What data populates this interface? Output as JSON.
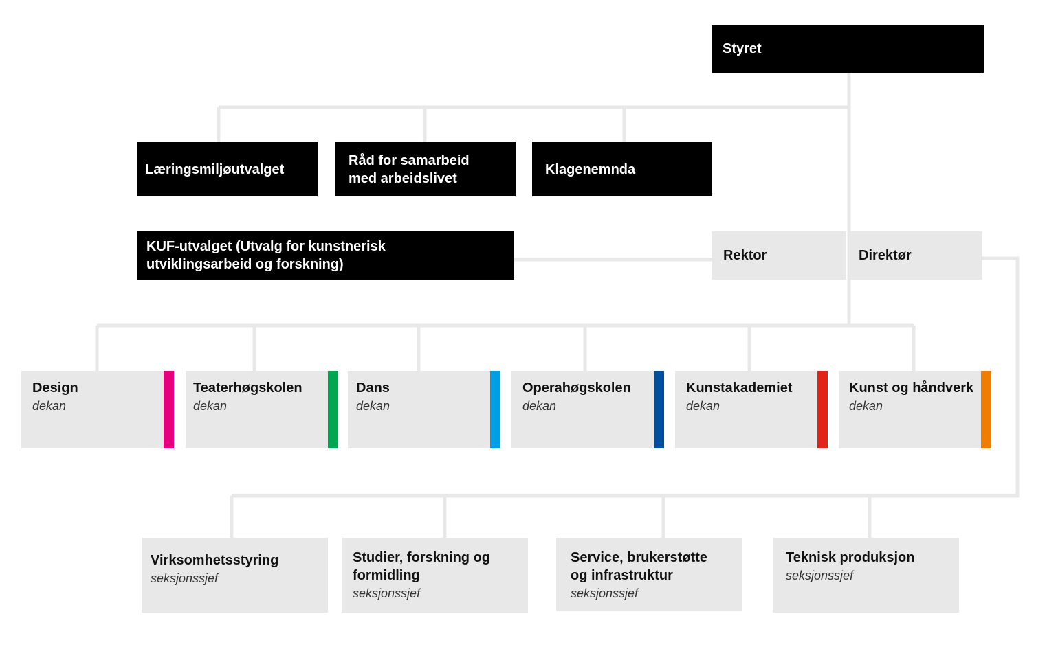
{
  "governance": {
    "board": "Styret",
    "committees": [
      "Læringsmiljøutvalget",
      "Råd for samarbeid\nmed arbeidslivet",
      "Klagenemnda"
    ],
    "kuf": "KUF-utvalget (Utvalg for kunstnerisk\nutviklingsarbeid og forskning)"
  },
  "leadership": {
    "rector": "Rektor",
    "director": "Direktør"
  },
  "faculties": [
    {
      "name": "Design",
      "role": "dekan",
      "color": "#e5007e"
    },
    {
      "name": "Teaterhøgskolen",
      "role": "dekan",
      "color": "#00a650"
    },
    {
      "name": "Dans",
      "role": "dekan",
      "color": "#009fe3"
    },
    {
      "name": "Operahøgskolen",
      "role": "dekan",
      "color": "#004f9f"
    },
    {
      "name": "Kunstakademiet",
      "role": "dekan",
      "color": "#e2231a"
    },
    {
      "name": "Kunst og håndverk",
      "role": "dekan",
      "color": "#ef7d00"
    }
  ],
  "sections": [
    {
      "name": "Virksomhetsstyring",
      "role": "seksjonssjef"
    },
    {
      "name": "Studier, forskning  og\nformidling",
      "role": "seksjonssjef"
    },
    {
      "name": "Service, brukerstøtte\nog infrastruktur",
      "role": "seksjonssjef"
    },
    {
      "name": "Teknisk produksjon",
      "role": "seksjonssjef"
    }
  ],
  "colors": {
    "connector": "#e8e8e8",
    "dark_box": "#000000",
    "light_box": "#e8e8e8"
  }
}
